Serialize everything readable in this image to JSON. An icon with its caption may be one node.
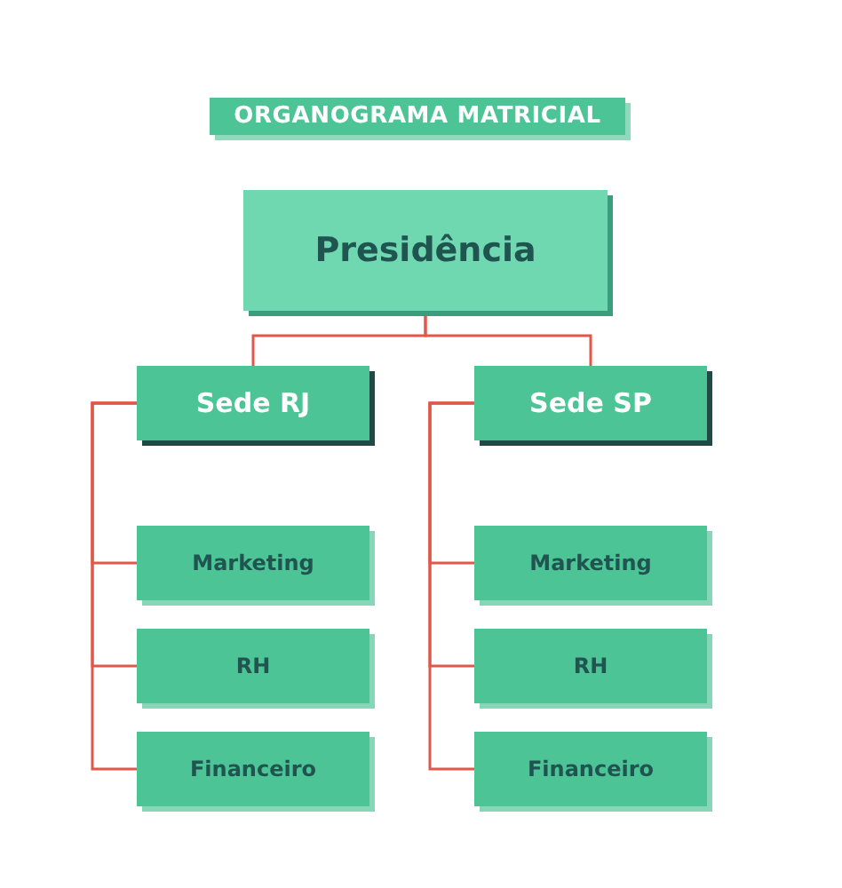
{
  "diagram": {
    "title": "ORGANOGRAMA MATRICIAL",
    "nodes": [
      {
        "text": [
          "Presidência"
        ]
      },
      {
        "text": [
          "Sede RJ"
        ]
      },
      {
        "text": [
          "Sede SP"
        ]
      },
      {
        "text": [
          "Marketing"
        ]
      },
      {
        "text": [
          "RH"
        ]
      },
      {
        "text": [
          "Financeiro"
        ]
      },
      {
        "text": [
          "Marketing"
        ]
      },
      {
        "text": [
          "RH"
        ]
      },
      {
        "text": [
          "Financeiro"
        ]
      }
    ],
    "edges": [
      {
        "from": 0,
        "to": 1,
        "arrow": "none"
      },
      {
        "from": 0,
        "to": 2,
        "arrow": "none"
      },
      {
        "from": 1,
        "to": 3,
        "arrow": "none"
      },
      {
        "from": 1,
        "to": 4,
        "arrow": "none"
      },
      {
        "from": 1,
        "to": 5,
        "arrow": "none"
      },
      {
        "from": 2,
        "to": 6,
        "arrow": "none"
      },
      {
        "from": 2,
        "to": 7,
        "arrow": "none"
      },
      {
        "from": 2,
        "to": 8,
        "arrow": "none"
      }
    ]
  }
}
